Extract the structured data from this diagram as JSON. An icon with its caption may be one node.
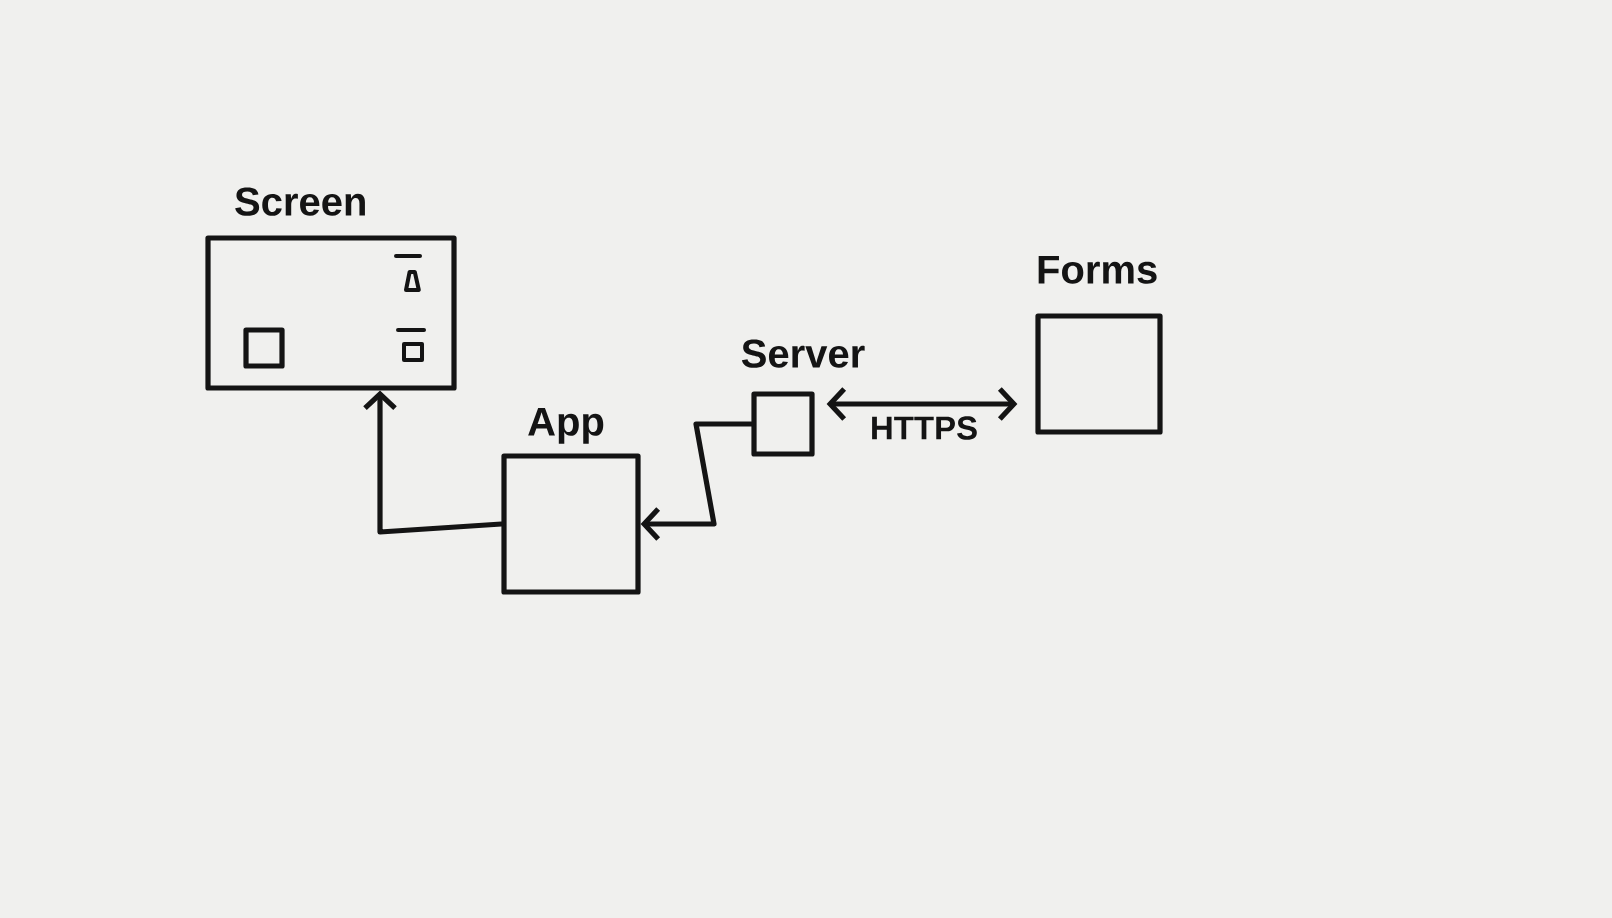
{
  "diagram": {
    "nodes": [
      {
        "text": [
          "Screen"
        ]
      },
      {
        "text": [],
        "shape": "box",
        "in": 0
      },
      {
        "text": [
          "App"
        ]
      },
      {
        "text": [
          "Server"
        ]
      },
      {
        "text": [
          "Forms"
        ]
      }
    ],
    "edges": [
      {
        "from": 2,
        "to": 0,
        "arrow": "to"
      },
      {
        "from": 3,
        "to": 2,
        "arrow": "to"
      },
      {
        "from": 3,
        "to": 4,
        "arrow": "both",
        "label": "HTTPS"
      }
    ]
  }
}
